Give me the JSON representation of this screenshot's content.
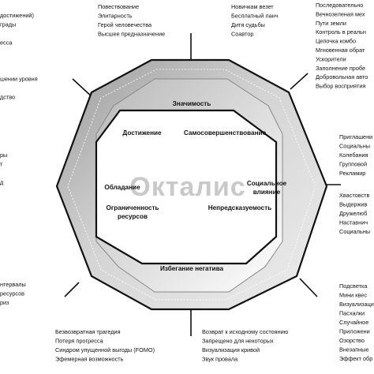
{
  "watermark": "Окталис",
  "drives": {
    "top": "Значимость",
    "upper_left": "Достижение",
    "upper_right": "Самосовершенствование",
    "left": "Обладание",
    "right_line1": "Социальное",
    "right_line2": "влияние",
    "lower_left_line1": "Ограниченность",
    "lower_left_line2": "ресурсов",
    "lower_right": "Непредсказуемость",
    "bottom": "Избегание негатива"
  },
  "lists": {
    "left_top": [
      "достижений)",
      "грады",
      "",
      "есса",
      "",
      "",
      "",
      "шении уровня",
      "",
      "дство"
    ],
    "left_mid": [
      "ры",
      "т",
      "",
      "д"
    ],
    "left_bottom": [
      "нтервалы",
      "ресурсов",
      "риз"
    ],
    "top_left": [
      "Повествование",
      "Элитарность",
      "Герой человечества",
      "Высшее предназначение"
    ],
    "top_right": [
      "Новичкам везет",
      "Бесплатный ланч",
      "Дитя судьбы",
      "Соавтор"
    ],
    "right_top": [
      "Последовательно",
      "Вечнозеленая мех",
      "Пути земли",
      "Контроль в реальн",
      "Цепочка комбо",
      "Мгновенная обрат",
      "Ускорители",
      "Заполнение пробе",
      "Добровольная авто",
      "Выбор восприятия"
    ],
    "right_mid1": [
      "Приглашени",
      "Социальны",
      "Колебания",
      "Групповой",
      "Рекламир"
    ],
    "right_mid2": [
      "Хвастовств",
      "Выдержив",
      "Дружелюб",
      "Наставнич",
      "Социальны"
    ],
    "right_bottom": [
      "Подсветка",
      "Мини квес",
      "Визуализаци",
      "Пасхалки",
      "Случайное",
      "Приложени",
      "Озорство",
      "Внезапные",
      "Эффект обр"
    ],
    "bottom_left": [
      "Безвозвратная трагедия",
      "Потеря прогресса",
      "Синдром упущенной выгоды (FOMO)",
      "Эфемерная возможность"
    ],
    "bottom_right": [
      "Возврат к исходному состоянию",
      "Запрещено для некоторых",
      "Визуализация кривой",
      "Звук провала"
    ]
  }
}
